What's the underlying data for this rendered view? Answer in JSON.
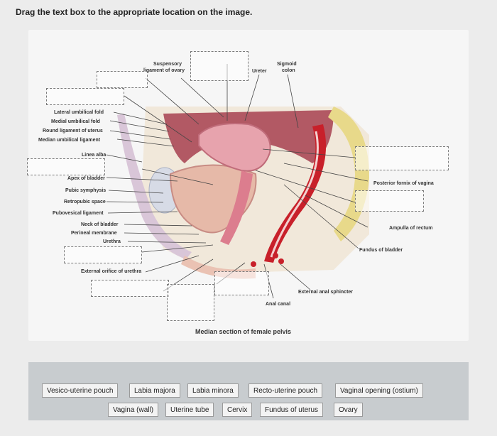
{
  "prompt": "Drag the text box to the appropriate location on the image.",
  "labels": {
    "suspensory_a": "Suspensory",
    "suspensory_b": "ligament of ovary",
    "ureter": "Ureter",
    "sigmoid_a": "Sigmoid",
    "sigmoid_b": "colon",
    "lateral_umbilical_fold": "Lateral umbilical fold",
    "medial_umbilical_fold": "Medial umbilical fold",
    "round_ligament": "Round ligament of uterus",
    "median_umbilical_ligament": "Median umbilical ligament",
    "linea_alba": "Linea alba",
    "apex_of_bladder": "Apex of bladder",
    "pubic_symphysis": "Pubic symphysis",
    "retropubic_space": "Retropubic space",
    "pubovesical_ligament": "Pubovesical ligament",
    "neck_of_bladder": "Neck of bladder",
    "perineal_membrane": "Perineal membrane",
    "urethra": "Urethra",
    "external_orifice": "External orifice of urethra",
    "posterior_fornix": "Posterior fornix of vagina",
    "ampulla_of_rectum": "Ampulla of rectum",
    "fundus_of_bladder": "Fundus of bladder",
    "external_anal_sphincter": "External anal sphincter",
    "anal_canal": "Anal canal"
  },
  "caption": "Median section of female pelvis",
  "answer_bank": [
    "Vesico-uterine pouch",
    "Labia majora",
    "Labia minora",
    "Recto-uterine pouch",
    "Vaginal opening (ostium)",
    "Vagina (wall)",
    "Uterine tube",
    "Cervix",
    "Fundus of uterus",
    "Ovary"
  ],
  "colors": {
    "background": "#ececec",
    "figure": "#f6f6f6",
    "bank": "#c8cccf",
    "rectum_red": "#c8202a",
    "uterus_pink": "#e7a3ad",
    "bone_yellow": "#e8d98a"
  }
}
